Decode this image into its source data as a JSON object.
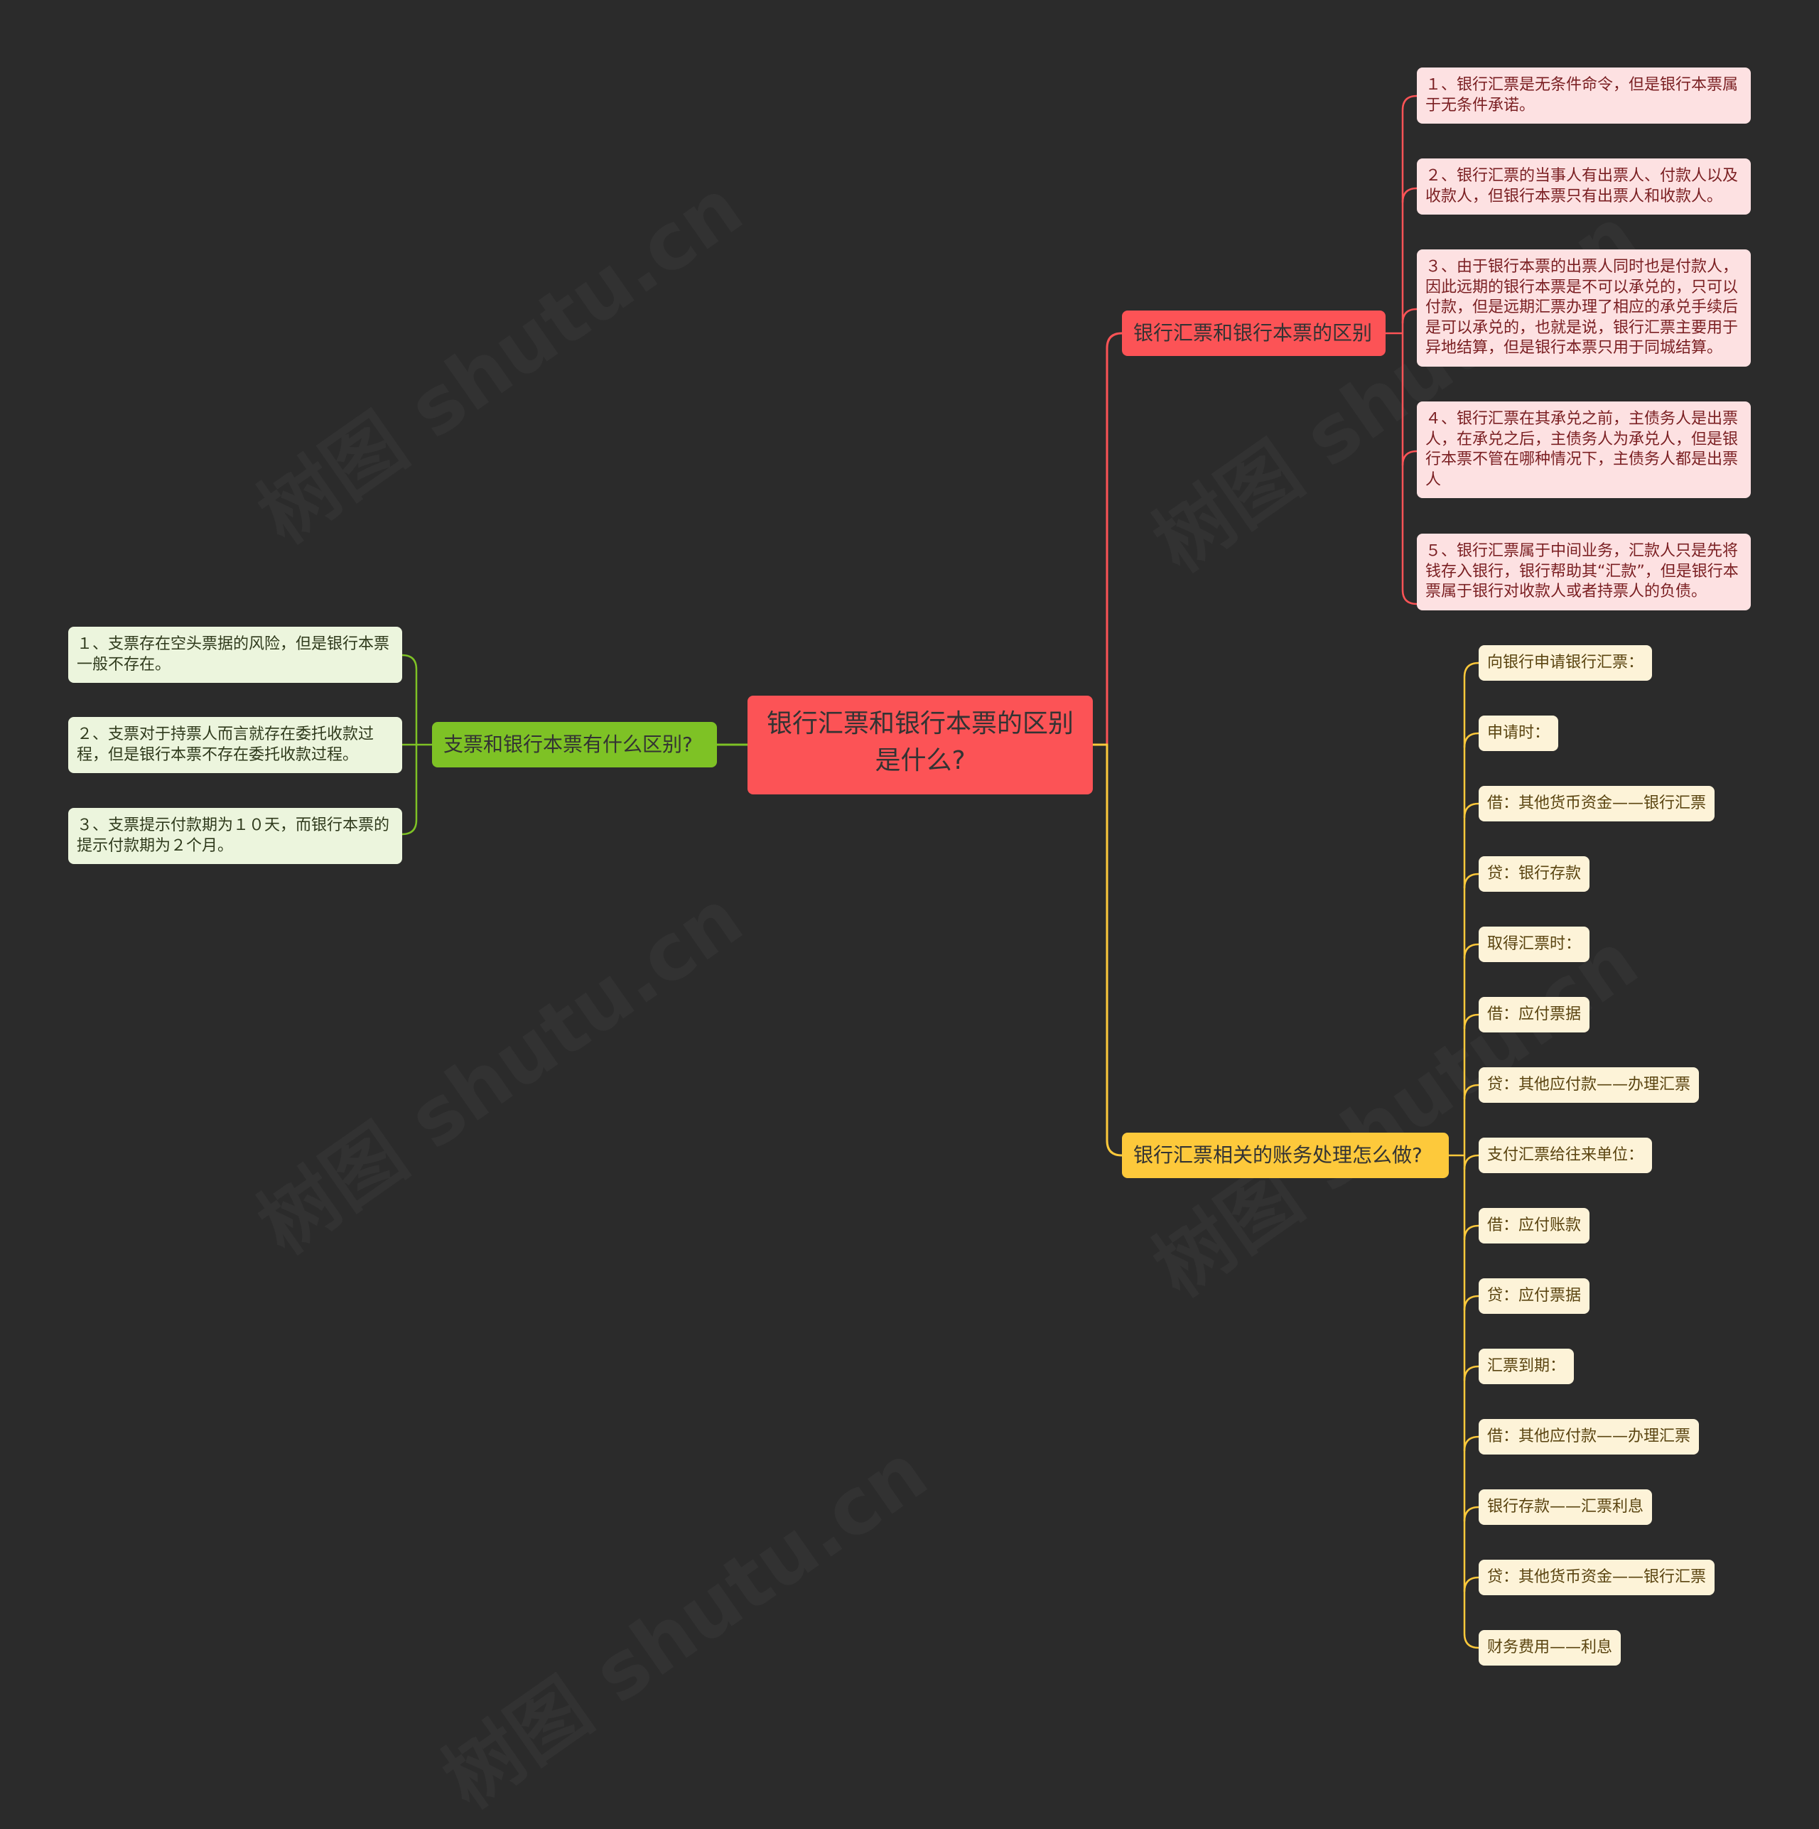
{
  "root": {
    "label": "银行汇票和银行本票的区别是什么?"
  },
  "branches": {
    "diff": {
      "label": "银行汇票和银行本票的区别",
      "color": "#fc5356",
      "items": [
        "１、银行汇票是无条件命令，但是银行本票属于无条件承诺。",
        "２、银行汇票的当事人有出票人、付款人以及收款人，但银行本票只有出票人和收款人。",
        "３、由于银行本票的出票人同时也是付款人，因此远期的银行本票是不可以承兑的，只可以付款，但是远期汇票办理了相应的承兑手续后是可以承兑的，也就是说，银行汇票主要用于异地结算，但是银行本票只用于同城结算。",
        "４、银行汇票在其承兑之前，主债务人是出票人，在承兑之后，主债务人为承兑人，但是银行本票不管在哪种情况下，主债务人都是出票人",
        "５、银行汇票属于中间业务，汇款人只是先将钱存入银行，银行帮助其“汇款”，但是银行本票属于银行对收款人或者持票人的负债。"
      ]
    },
    "accounting": {
      "label": "银行汇票相关的账务处理怎么做?",
      "color": "#fdc93b",
      "items": [
        "向银行申请银行汇票：",
        "申请时：",
        "借：其他货币资金——银行汇票",
        "贷：银行存款",
        "取得汇票时：",
        "借：应付票据",
        "贷：其他应付款——办理汇票",
        "支付汇票给往来单位：",
        "借：应付账款",
        "贷：应付票据",
        "汇票到期：",
        "借：其他应付款——办理汇票",
        "银行存款——汇票利息",
        "贷：其他货币资金——银行汇票",
        "财务费用——利息"
      ]
    },
    "cheque": {
      "label": "支票和银行本票有什么区别?",
      "color": "#7ec225",
      "items": [
        "１、支票存在空头票据的风险，但是银行本票一般不存在。",
        "２、支票对于持票人而言就存在委托收款过程，但是银行本票不存在委托收款过程。",
        "３、支票提示付款期为１０天，而银行本票的提示付款期为２个月。"
      ]
    }
  },
  "watermark": "树图 shutu.cn"
}
